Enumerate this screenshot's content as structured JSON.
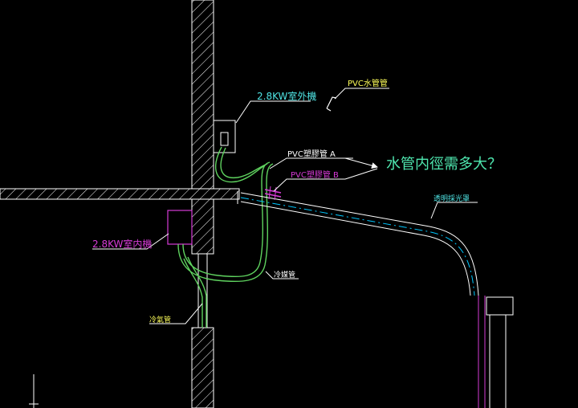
{
  "colors": {
    "background": "#000000",
    "wall": "#ffffff",
    "pipe": "#5fd35f",
    "pvc_outer": "#ffffff",
    "pvc_inner": "#00c8ff",
    "magenta": "#d63bd6",
    "label_cyan": "#4fe3e3",
    "label_yellow": "#ffff5a",
    "question": "#4fe8b0"
  },
  "labels": {
    "outdoor_unit": "2.8KW室外機",
    "indoor_unit": "2.8KW室内機",
    "pvc_water_pipe": "PVC水管管",
    "pvc_a": "PVC塑膠管  A",
    "pvc_b": "PVC塑膠管  B",
    "question": "水管内徑需多大？",
    "skylight": "透明採光罩",
    "refrigerant_pipe": "冷媒管",
    "condensate_pipe": "冷氣管"
  }
}
